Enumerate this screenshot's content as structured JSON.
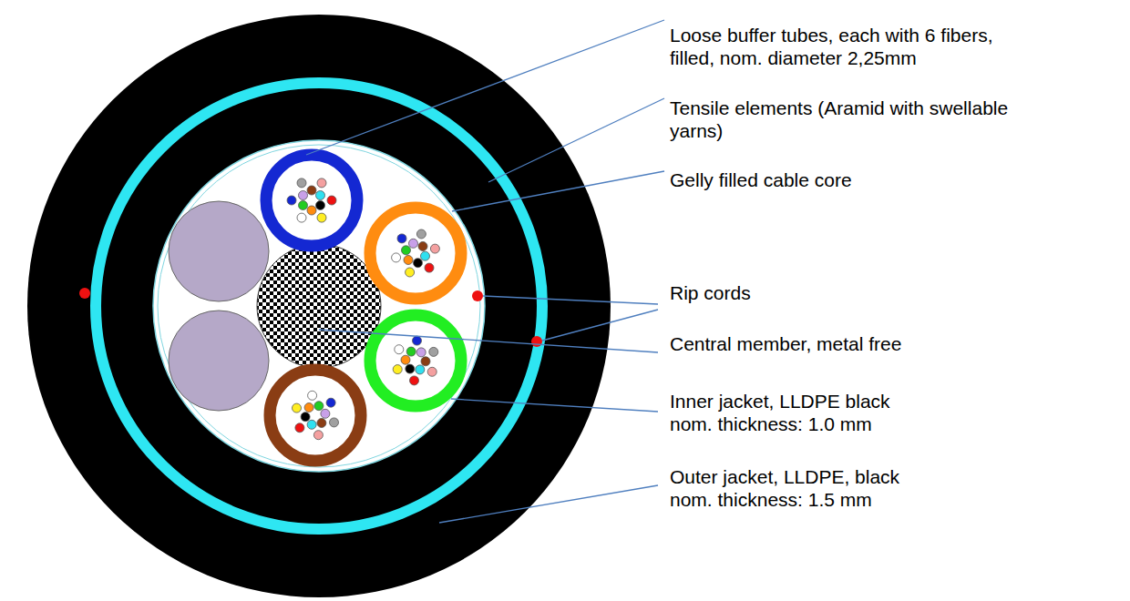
{
  "diagram": {
    "labels": [
      "Loose buffer tubes, each with 6 fibers, filled, nom. diameter 2,25mm",
      "Tensile elements (Aramid with swellable yarns)",
      "Gelly filled cable core",
      "Rip cords",
      "Central member, metal free",
      "Inner jacket, LLDPE black",
      "nom. thickness: 1.0 mm",
      "Outer jacket, LLDPE, black",
      "nom. thickness: 1.5 mm"
    ]
  }
}
